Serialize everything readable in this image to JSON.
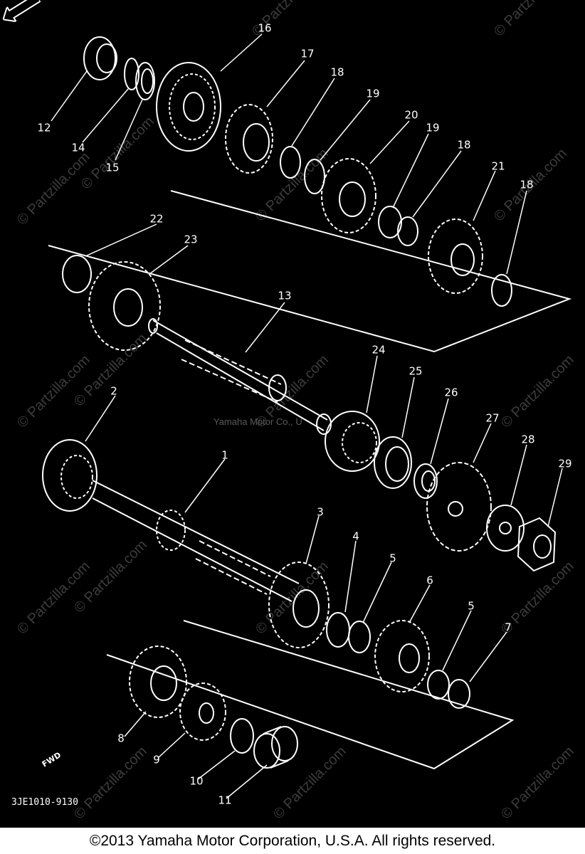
{
  "diagram_code": "3JE1010-9130",
  "copyright": "©2013 Yamaha Motor Corporation, U.S.A. All rights reserved.",
  "watermark": "© Partzilla.com",
  "center_watermark": "Yamaha Motor Co., U",
  "fwd_label": "FWD",
  "parts": [
    {
      "id": "p12",
      "label": "12"
    },
    {
      "id": "p14",
      "label": "14"
    },
    {
      "id": "p15",
      "label": "15"
    },
    {
      "id": "p16",
      "label": "16"
    },
    {
      "id": "p17",
      "label": "17"
    },
    {
      "id": "p18a",
      "label": "18"
    },
    {
      "id": "p19a",
      "label": "19"
    },
    {
      "id": "p20",
      "label": "20"
    },
    {
      "id": "p19b",
      "label": "19"
    },
    {
      "id": "p18b",
      "label": "18"
    },
    {
      "id": "p21",
      "label": "21"
    },
    {
      "id": "p18c",
      "label": "18"
    },
    {
      "id": "p22",
      "label": "22"
    },
    {
      "id": "p23",
      "label": "23"
    },
    {
      "id": "p13",
      "label": "13"
    },
    {
      "id": "p24",
      "label": "24"
    },
    {
      "id": "p25",
      "label": "25"
    },
    {
      "id": "p26",
      "label": "26"
    },
    {
      "id": "p27",
      "label": "27"
    },
    {
      "id": "p28",
      "label": "28"
    },
    {
      "id": "p29",
      "label": "29"
    },
    {
      "id": "p2",
      "label": "2"
    },
    {
      "id": "p1",
      "label": "1"
    },
    {
      "id": "p3",
      "label": "3"
    },
    {
      "id": "p4",
      "label": "4"
    },
    {
      "id": "p5a",
      "label": "5"
    },
    {
      "id": "p6",
      "label": "6"
    },
    {
      "id": "p5b",
      "label": "5"
    },
    {
      "id": "p7",
      "label": "7"
    },
    {
      "id": "p8",
      "label": "8"
    },
    {
      "id": "p9",
      "label": "9"
    },
    {
      "id": "p10",
      "label": "10"
    },
    {
      "id": "p11",
      "label": "11"
    }
  ]
}
